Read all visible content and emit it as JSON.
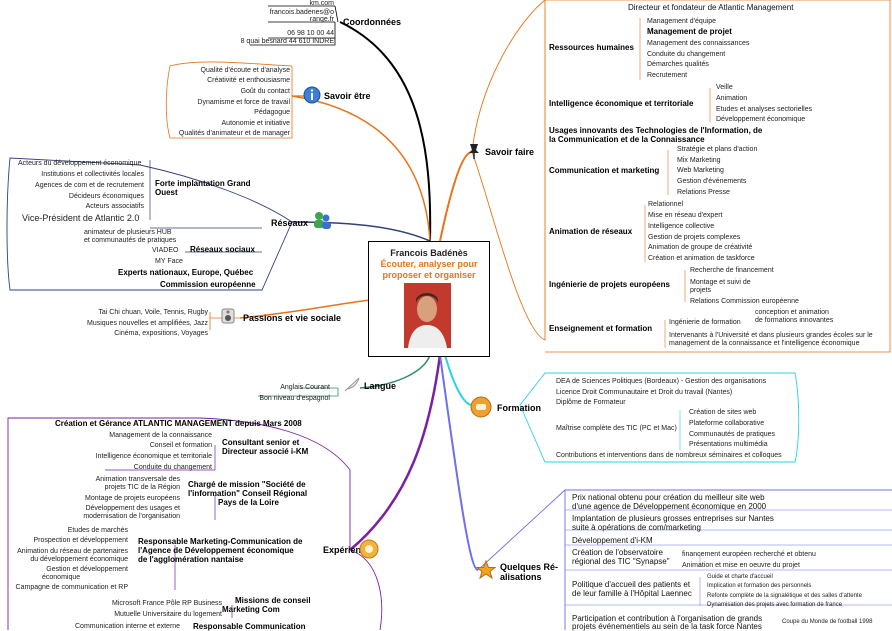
{
  "center": {
    "name": "Francois Badénès",
    "tagline_1": "Écouter, analyser pour",
    "tagline_2": "proposer et organiser"
  },
  "colors": {
    "coordonnees": "#000000",
    "savoir_etre": "#e8731a",
    "reseaux": "#34407a",
    "passions": "#e8731a",
    "langue": "#2e8b72",
    "experiences": "#7a1fa2",
    "savoir_faire": "#e8731a",
    "formation": "#2ad3e6",
    "realisations": "#6f6fe8",
    "tagline": "#e8731a"
  },
  "left": {
    "coordonnees": {
      "title": "Coordonnées",
      "items": [
        "km.com",
        "francois.badenes@o",
        "range.fr",
        "06 98 10 00 44",
        "8 quai besnard 44 610 INDRE"
      ]
    },
    "savoir_etre": {
      "title": "Savoir être",
      "items": [
        "Qualité d'écoute et d'analyse",
        "Créativité et enthousiasme",
        "Goût du contact",
        "Dynamisme et force de travail",
        "Pédagogue",
        "Autonomie et initiative",
        "Qualités d'animateur et de manager"
      ]
    },
    "reseaux": {
      "title": "Réseaux",
      "forte": {
        "label_1": "Forte implantation Grand",
        "label_2": "Ouest",
        "items": [
          "Acteurs du développement économique",
          "Institutions et collectivités locales",
          "Agences de com et de recrutement",
          "Décideurs économiques",
          "Acteurs associatifs",
          "Vice-Président de Atlantic 2.0"
        ]
      },
      "sociaux": {
        "label": "Réseaux sociaux",
        "items": [
          "animateur de plusieurs HUB",
          "et communautés de pratiques",
          "VIADEO",
          "MY Face"
        ]
      },
      "experts": "Experts nationaux, Europe, Québec",
      "commission": "Commission européenne"
    },
    "passions": {
      "title": "Passions et vie sociale",
      "items": [
        "Tai Chi chuan, Voile, Tennis, Rugby",
        "Musiques nouvelles et amplifiées, Jazz",
        "Cinéma, expositions, Voyages"
      ]
    },
    "langue": {
      "title": "Langue",
      "items": [
        "Anglais Courant",
        "Bon niveau d'espagnol"
      ]
    },
    "experiences": {
      "title": "Expériences",
      "creation": "Création et Gérance ATLANTIC MANAGEMENT depuis Mars 2008",
      "consultant": {
        "label_1": "Consultant senior et",
        "label_2": "Directeur associé i-KM",
        "items": [
          "Management de la connaissance",
          "Conseil et formation",
          "Intelligence économique et territoriale",
          "Conduite du changement"
        ]
      },
      "charge": {
        "label_1": "Chargé de mission \"Société de",
        "label_2": "l'information\" Conseil Régional",
        "label_3": "Pays de la Loire",
        "items": [
          "Animation transversale des",
          "projets TIC de la Région",
          "Montage de projets européens",
          "Développement des usages et",
          "modernisation de l'organisation"
        ]
      },
      "marketing": {
        "label_1": "Responsable Marketing-Communication de",
        "label_2": "l'Agence de Développement économique",
        "label_3": "de l'agglomération nantaise",
        "items": [
          "Etudes de marchés",
          "Prospection et développement",
          "Animation du réseau de partenaires",
          "du développement économique",
          "Gestion et développement",
          "économique",
          "Campagne de communication et RP"
        ]
      },
      "missions": {
        "label_1": "Missions de conseil",
        "label_2": "Marketing Com",
        "items": [
          "Microsoft France Pôle RP Business",
          "Mutuelle Universitaire du logement"
        ]
      },
      "communication": {
        "label": "Responsable Communication",
        "items": [
          "Communication interne et externe"
        ]
      }
    }
  },
  "right": {
    "savoir_faire": {
      "title": "Savoir faire",
      "directeur": "Directeur et fondateur de Atlantic Management",
      "rh": {
        "label": "Ressources humaines",
        "items": [
          "Management d'équipe",
          "Management de projet",
          "Management des connaissances",
          "Conduite du changement",
          "Démarches qualités",
          "Recrutement"
        ]
      },
      "ie": {
        "label": "Intelligence économique et territoriale",
        "items": [
          "Veille",
          "Animation",
          "Etudes et analyses sectorielles",
          "Développement économique"
        ]
      },
      "usages": {
        "label_1": "Usages innovants des Technologies de l'Information, de",
        "label_2": "la Communication et de la Connaissance"
      },
      "comm": {
        "label": "Communication et marketing",
        "items": [
          "Stratégie et plans d'action",
          "Mix Marketing",
          "Web Marketing",
          "Gestion d'événements",
          "Relations Presse"
        ]
      },
      "animation": {
        "label": "Animation de réseaux",
        "items": [
          "Relationnel",
          "Mise en réseau d'expert",
          "Intelligence collective",
          "Gestion de projets complexes",
          "Animation de groupe de créativité",
          "Création et animation de taskforce"
        ]
      },
      "ingenierie": {
        "label": "Ingénierie de projets européens",
        "items": [
          "Recherche de financement",
          "Montage et suivi de",
          "projets",
          "Relations Commission européenne"
        ]
      },
      "enseignement": {
        "label": "Enseignement et formation",
        "sub": "Ingénierie de formation",
        "items": [
          "conception et animation",
          "de formations innovantes",
          "Intervenants à l'Université et dans plusieurs grandes écoles sur le",
          "management de la connaissance et l'intelligence économique"
        ]
      }
    },
    "formation": {
      "title": "Formation",
      "items": [
        "DEA de Sciences Politiques (Bordeaux) - Gestion des organisations",
        "Licence Droit Communautaire et Droit du travail (Nantes)",
        "Diplôme de Formateur",
        "Maîtrise complète des TIC (PC et Mac)",
        "Contributions et interventions dans de nombreux séminaires et colloques"
      ],
      "tic": [
        "Création de sites web",
        "Plateforme collaborative",
        "Communautés de pratiques",
        "Présentations multimédia"
      ]
    },
    "realisations": {
      "title_1": "Quelques Ré-",
      "title_2": "alisations",
      "items": [
        "Prix national obtenu pour création du meilleur site web",
        "d'une agence de Développement économique en 2000",
        "Implantation de plusieurs grosses entreprises sur Nantes",
        "suite à opérations de com/marketing",
        "Développement d'i-KM",
        "Création de l'observatoire",
        "régional des TIC \"Synapse\"",
        "Politique d'accueil des patients et",
        "de leur famille à l'Hôpital Laennec",
        "Participation et contribution à l'organisation de grands",
        "projets événementiels au sein de la task force Nantes"
      ],
      "synapse": [
        "financement européen recherché et obtenu",
        "Animation et mise en oeuvre du projet"
      ],
      "laennec": [
        "Guide et charte d'accueil",
        "Implication et formation des personnels",
        "Refonte complète de la signalétique et des salles d'attente",
        "Dynamisation des projets avec formation de france"
      ],
      "coupe": "Coupe du Monde de football 1998"
    }
  }
}
